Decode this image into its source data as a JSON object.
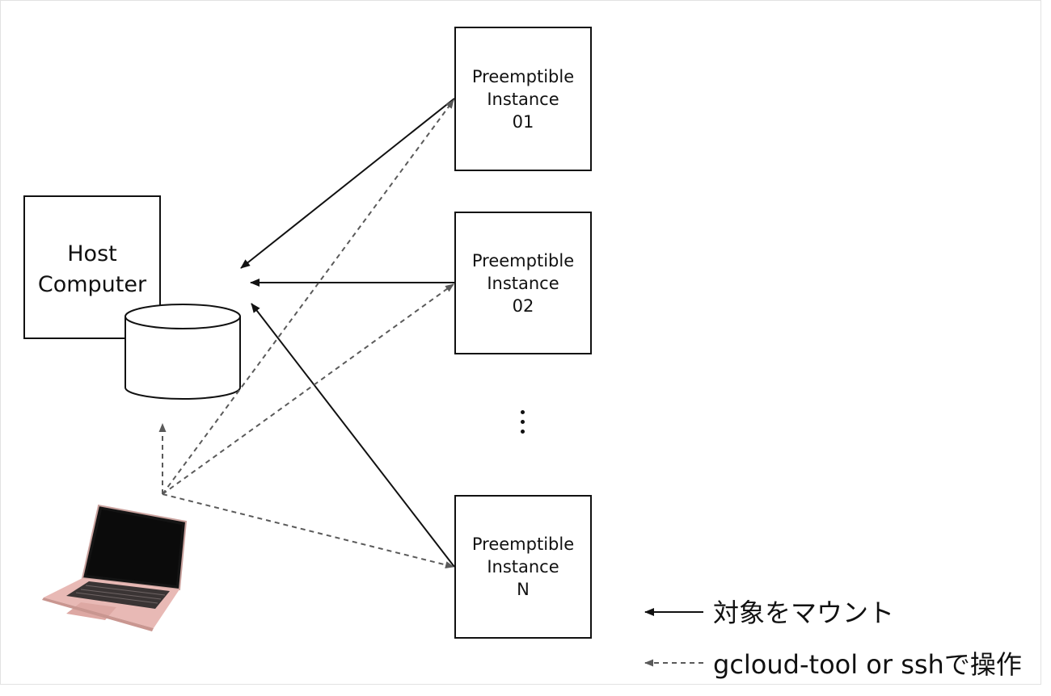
{
  "host": {
    "label_line1": "Host",
    "label_line2": "Computer"
  },
  "instances": [
    {
      "line1": "Preemptible",
      "line2": "Instance",
      "line3": "01"
    },
    {
      "line1": "Preemptible",
      "line2": "Instance",
      "line3": "02"
    },
    {
      "line1": "Preemptible",
      "line2": "Instance",
      "line3": "N"
    }
  ],
  "legend": {
    "mount": "対象をマウント",
    "operate": "gcloud-tool or sshで操作"
  },
  "colors": {
    "solid_arrow": "#111111",
    "dashed_arrow": "#5a5a5a",
    "laptop_body": "#e8b9b5",
    "laptop_screen": "#141414"
  },
  "icons": {
    "storage": "database-cylinder-icon",
    "client": "laptop-icon"
  }
}
